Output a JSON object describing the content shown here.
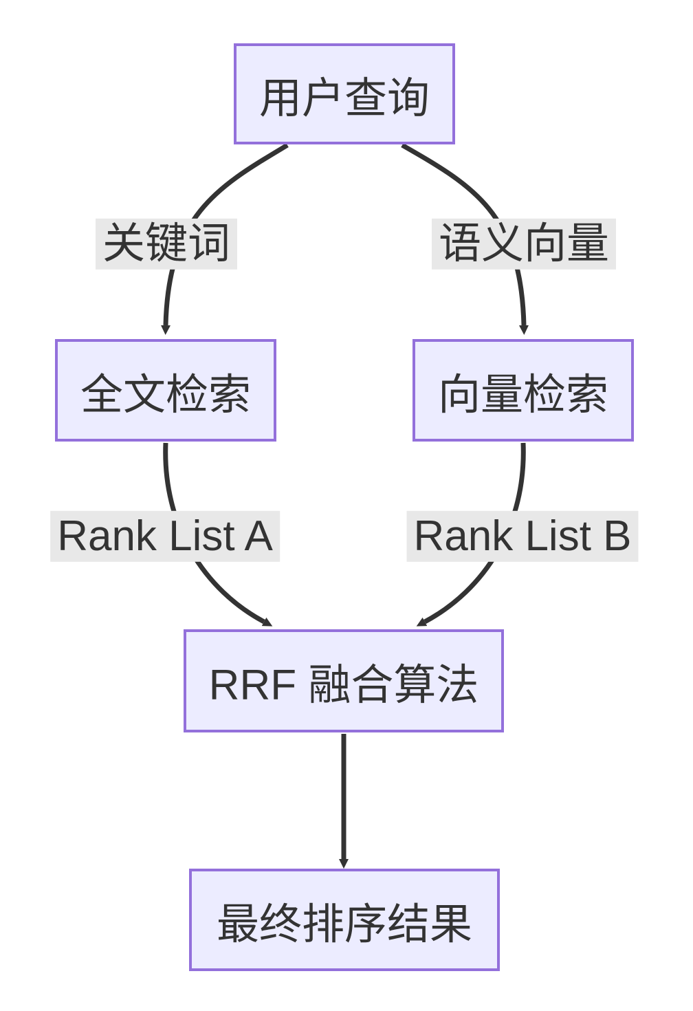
{
  "diagram": {
    "type": "flowchart",
    "direction": "top-down",
    "colors": {
      "background": "#FFFFFF",
      "node_fill": "#ECECFF",
      "node_border": "#9370DB",
      "edge_line": "#333333",
      "edge_label_bg": "#E8E8E8",
      "text": "#333333"
    },
    "nodes": [
      {
        "id": "user-query",
        "label": "用户查询"
      },
      {
        "id": "fulltext-search",
        "label": "全文检索"
      },
      {
        "id": "vector-search",
        "label": "向量检索"
      },
      {
        "id": "rrf-fusion",
        "label": "RRF 融合算法"
      },
      {
        "id": "final-result",
        "label": "最终排序结果"
      }
    ],
    "edges": [
      {
        "from": "user-query",
        "to": "fulltext-search",
        "label": "关键词"
      },
      {
        "from": "user-query",
        "to": "vector-search",
        "label": "语义向量"
      },
      {
        "from": "fulltext-search",
        "to": "rrf-fusion",
        "label": "Rank List A"
      },
      {
        "from": "vector-search",
        "to": "rrf-fusion",
        "label": "Rank List B"
      },
      {
        "from": "rrf-fusion",
        "to": "final-result",
        "label": ""
      }
    ]
  }
}
